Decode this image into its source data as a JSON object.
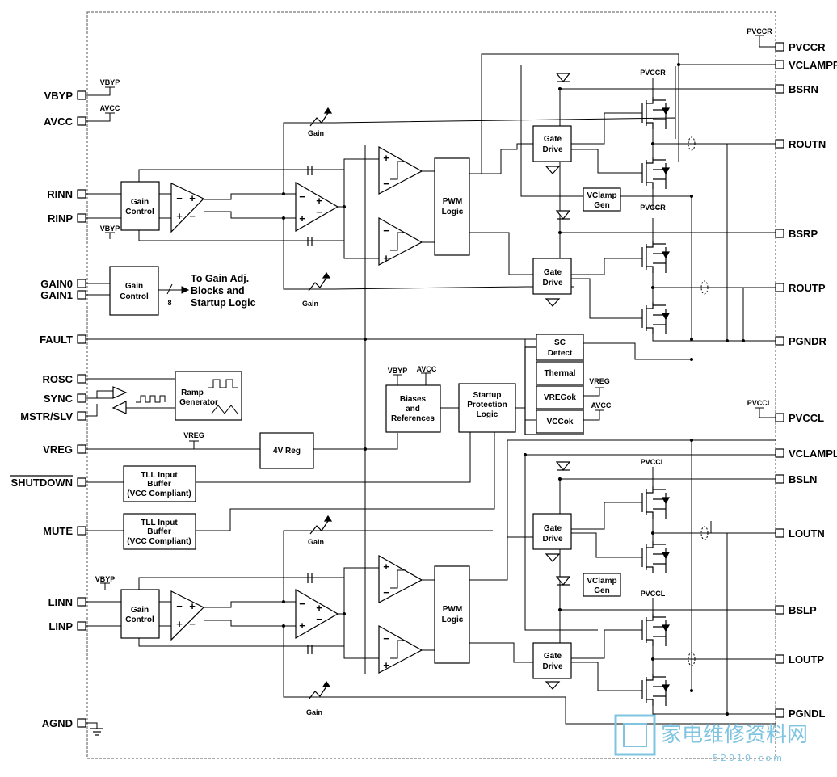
{
  "pins_left": [
    {
      "id": "vbyp",
      "label": "VBYP"
    },
    {
      "id": "avcc",
      "label": "AVCC"
    },
    {
      "id": "rinn",
      "label": "RINN"
    },
    {
      "id": "rinp",
      "label": "RINP"
    },
    {
      "id": "gain0",
      "label": "GAIN0"
    },
    {
      "id": "gain1",
      "label": "GAIN1"
    },
    {
      "id": "fault",
      "label": "FAULT"
    },
    {
      "id": "rosc",
      "label": "ROSC"
    },
    {
      "id": "sync",
      "label": "SYNC"
    },
    {
      "id": "mstr",
      "label": "MSTR/SLV"
    },
    {
      "id": "vreg",
      "label": "VREG"
    },
    {
      "id": "shutdown",
      "label": "SHUTDOWN"
    },
    {
      "id": "mute",
      "label": "MUTE"
    },
    {
      "id": "linn",
      "label": "LINN"
    },
    {
      "id": "linp",
      "label": "LINP"
    },
    {
      "id": "agnd",
      "label": "AGND"
    }
  ],
  "pins_right": [
    {
      "id": "pvccr",
      "label": "PVCCR"
    },
    {
      "id": "vclampr",
      "label": "VCLAMPR"
    },
    {
      "id": "bsrn",
      "label": "BSRN"
    },
    {
      "id": "routn",
      "label": "ROUTN"
    },
    {
      "id": "bsrp",
      "label": "BSRP"
    },
    {
      "id": "routp",
      "label": "ROUTP"
    },
    {
      "id": "pgndr",
      "label": "PGNDR"
    },
    {
      "id": "pvccl",
      "label": "PVCCL"
    },
    {
      "id": "vclampl",
      "label": "VCLAMPL"
    },
    {
      "id": "bsln",
      "label": "BSLN"
    },
    {
      "id": "loutn",
      "label": "LOUTN"
    },
    {
      "id": "bslp",
      "label": "BSLP"
    },
    {
      "id": "loutp",
      "label": "LOUTP"
    },
    {
      "id": "pgndl",
      "label": "PGNDL"
    }
  ],
  "supply_labels": {
    "vbyp": "VBYP",
    "avcc": "AVCC",
    "pvccr": "PVCCR",
    "pvccl": "PVCCL",
    "vreg": "VREG"
  },
  "blocks": {
    "gain_control_line1": "Gain",
    "gain_control_line2": "Control",
    "pwm_line1": "PWM",
    "pwm_line2": "Logic",
    "gate_line1": "Gate",
    "gate_line2": "Drive",
    "vclamp_line1": "VClamp",
    "vclamp_line2": "Gen",
    "sc_line1": "SC",
    "sc_line2": "Detect",
    "thermal": "Thermal",
    "vregok": "VREGok",
    "vccok": "VCCok",
    "biases_line1": "Biases",
    "biases_line2": "and",
    "biases_line3": "References",
    "startup_line1": "Startup",
    "startup_line2": "Protection",
    "startup_line3": "Logic",
    "ramp_line1": "Ramp",
    "ramp_line2": "Generator",
    "reg4v": "4V Reg",
    "tll_line1": "TLL Input",
    "tll_line2": "Buffer",
    "tll_line3": "(VCC Compliant)"
  },
  "gain_label": "Gain",
  "gain_bus_width": "8",
  "to_gain_note": [
    "To Gain Adj.",
    "Blocks and",
    "Startup Logic"
  ],
  "watermark": {
    "text": "家电维修资料网",
    "sub": "52010.com"
  },
  "colors": {
    "line": "#000000",
    "border": "#555555",
    "watermark": "#7fc4e0"
  }
}
